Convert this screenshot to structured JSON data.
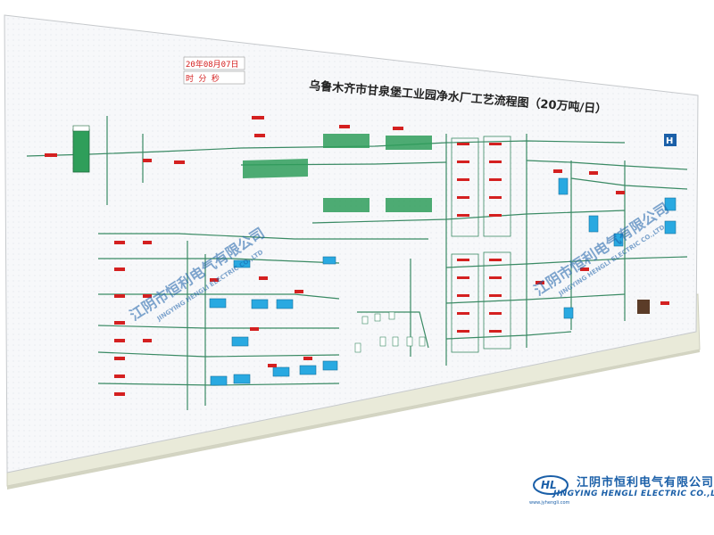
{
  "panel": {
    "title": "乌鲁木齐市甘泉堡工业园净水厂工艺流程图（20万吨/日）",
    "clock_date": "20年08月07日",
    "clock_time": "时 分 秒"
  },
  "watermark": {
    "text_cn": "江阴市恒利电气有限公司",
    "text_en": "JINGYING HENGLI ELECTRIC CO.,LTD"
  },
  "brand": {
    "badge": "HL",
    "name_cn": "江阴市恒利电气有限公司",
    "name_en": "JINGYING HENGLI ELECTRIC CO.,LTD",
    "url": "www.jyhengli.com"
  },
  "colors": {
    "brand": "#1a5fa8",
    "pipe": "#3a8a64",
    "tank": "#2f9e5a",
    "water": "#29a9e1",
    "indicator_red": "#d42020"
  }
}
